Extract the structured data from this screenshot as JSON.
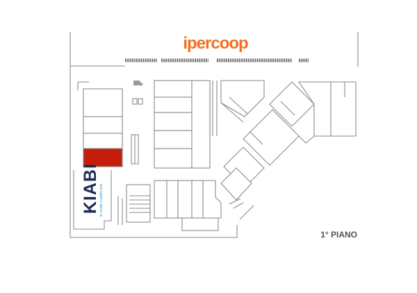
{
  "map": {
    "anchor_brand": "ipercoop",
    "anchor_color": "#f37021",
    "store_brand": "KIABI",
    "store_tagline": "le mode a petits prix",
    "store_color": "#1f2a56",
    "tagline_color": "#29a7d8",
    "highlight_color": "#c51d0c",
    "floor_label": "1° PIANO"
  }
}
